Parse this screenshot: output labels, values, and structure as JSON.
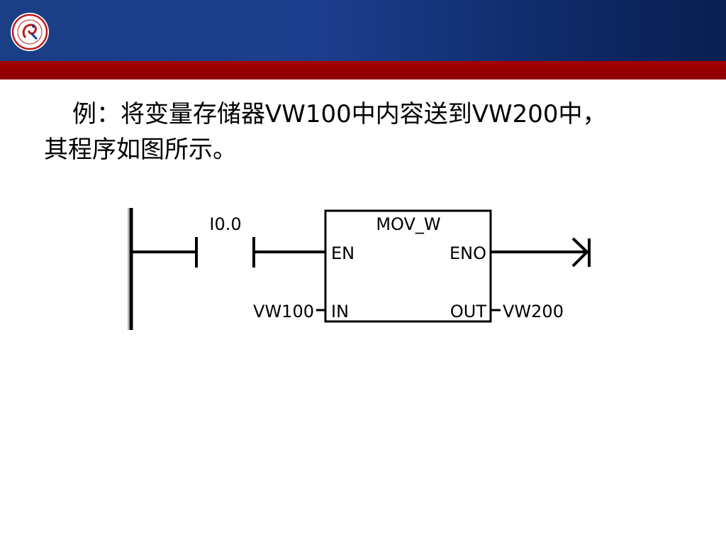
{
  "slide": {
    "text_line1": "例：将变量存储器VW100中内容送到VW200中，",
    "text_line2": "其程序如图所示。"
  },
  "theme": {
    "header_color": "#1c3d8c",
    "stripe_color": "#9a0000"
  },
  "diagram": {
    "contact_label": "I0.0",
    "box_title": "MOV_W",
    "pin_en": "EN",
    "pin_eno": "ENO",
    "pin_in": "IN",
    "pin_out": "OUT",
    "in_operand": "VW100",
    "out_operand": "VW200"
  }
}
